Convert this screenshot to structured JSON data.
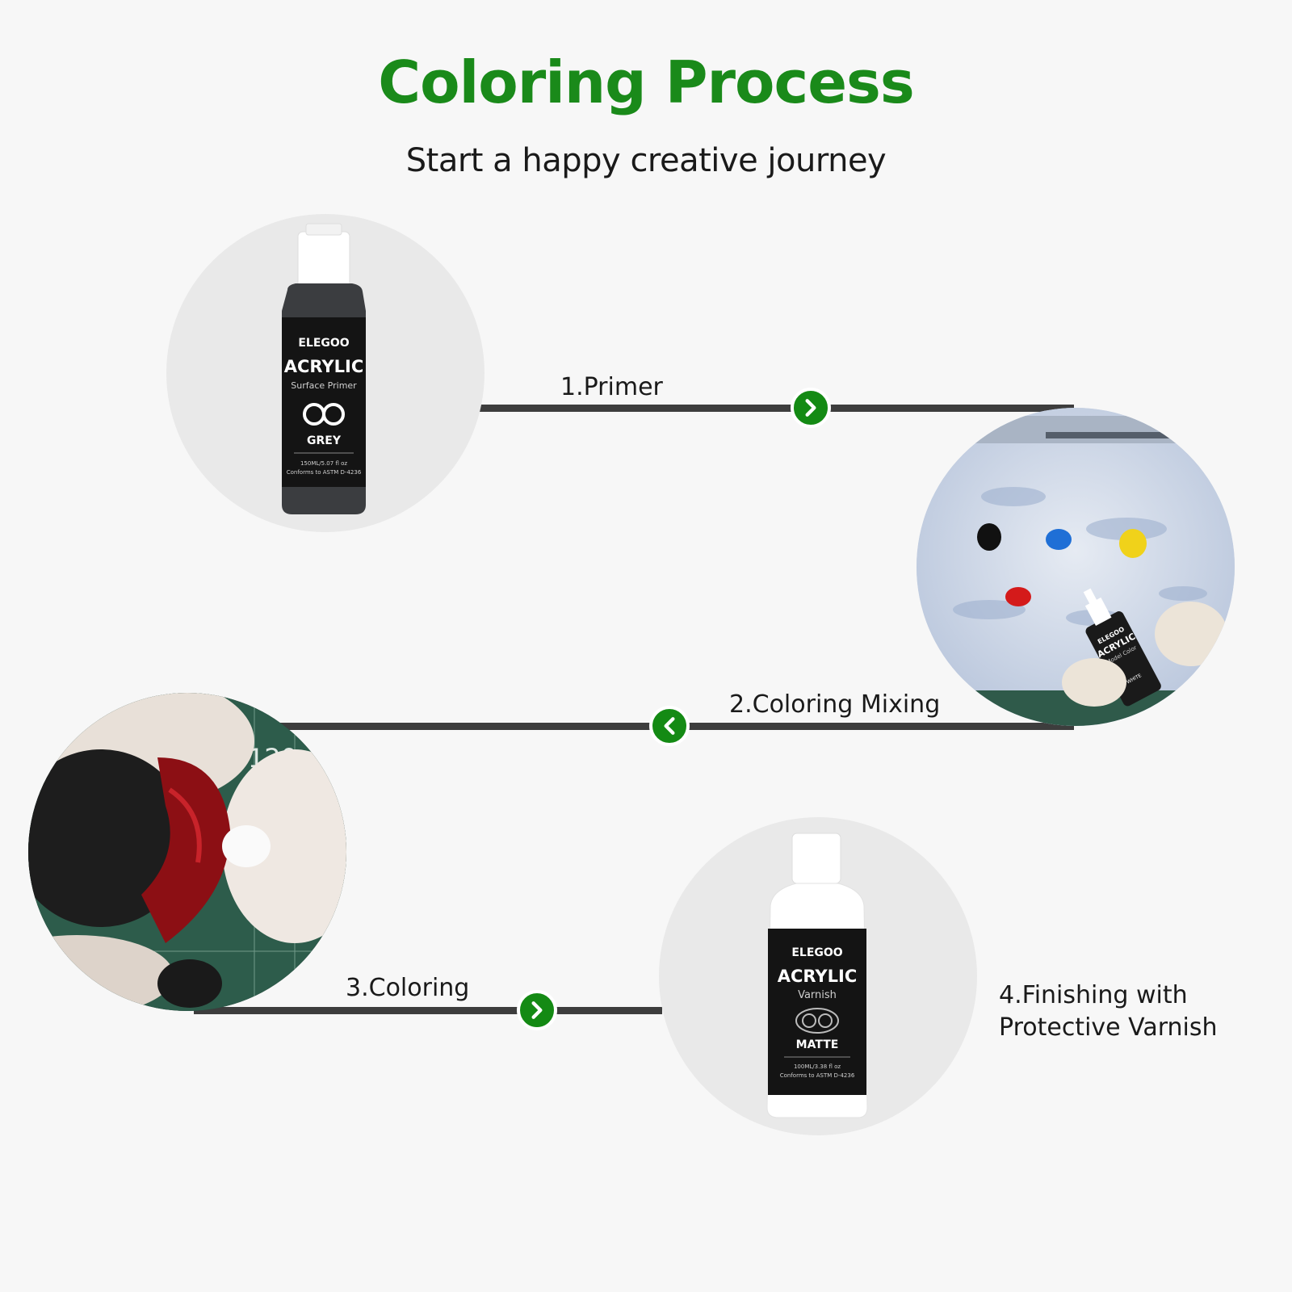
{
  "header": {
    "title": "Coloring Process",
    "subtitle": "Start a happy creative journey"
  },
  "steps": [
    {
      "label": "1.Primer"
    },
    {
      "label": "2.Coloring Mixing"
    },
    {
      "label": "3.Coloring"
    },
    {
      "label": "4.Finishing with",
      "label_line2": "Protective Varnish"
    }
  ],
  "bottle_primer": {
    "brand": "ELEGOO",
    "name": "ACRYLIC",
    "type": "Surface Primer",
    "color": "GREY",
    "volume": "150ML/5.07 fl oz",
    "conformity": "Conforms to ASTM D-4236"
  },
  "bottle_varnish": {
    "brand": "ELEGOO",
    "name": "ACRYLIC",
    "type": "Varnish",
    "finish": "MATTE",
    "volume": "100ML/3.38 fl oz",
    "conformity": "Conforms to ASTM D-4236"
  },
  "mixing_bottle": {
    "brand": "ELEGOO",
    "name": "ACRYLIC",
    "type": "Model Color",
    "color": "WHITE"
  },
  "cutting_mat_number": "120",
  "colors": {
    "accent": "#148a14",
    "title": "#1a8a1a",
    "line": "#3d3d3d",
    "background": "#f7f7f7"
  },
  "icons": [
    "chevron-right-icon",
    "chevron-left-icon",
    "infinity-logo-icon"
  ]
}
